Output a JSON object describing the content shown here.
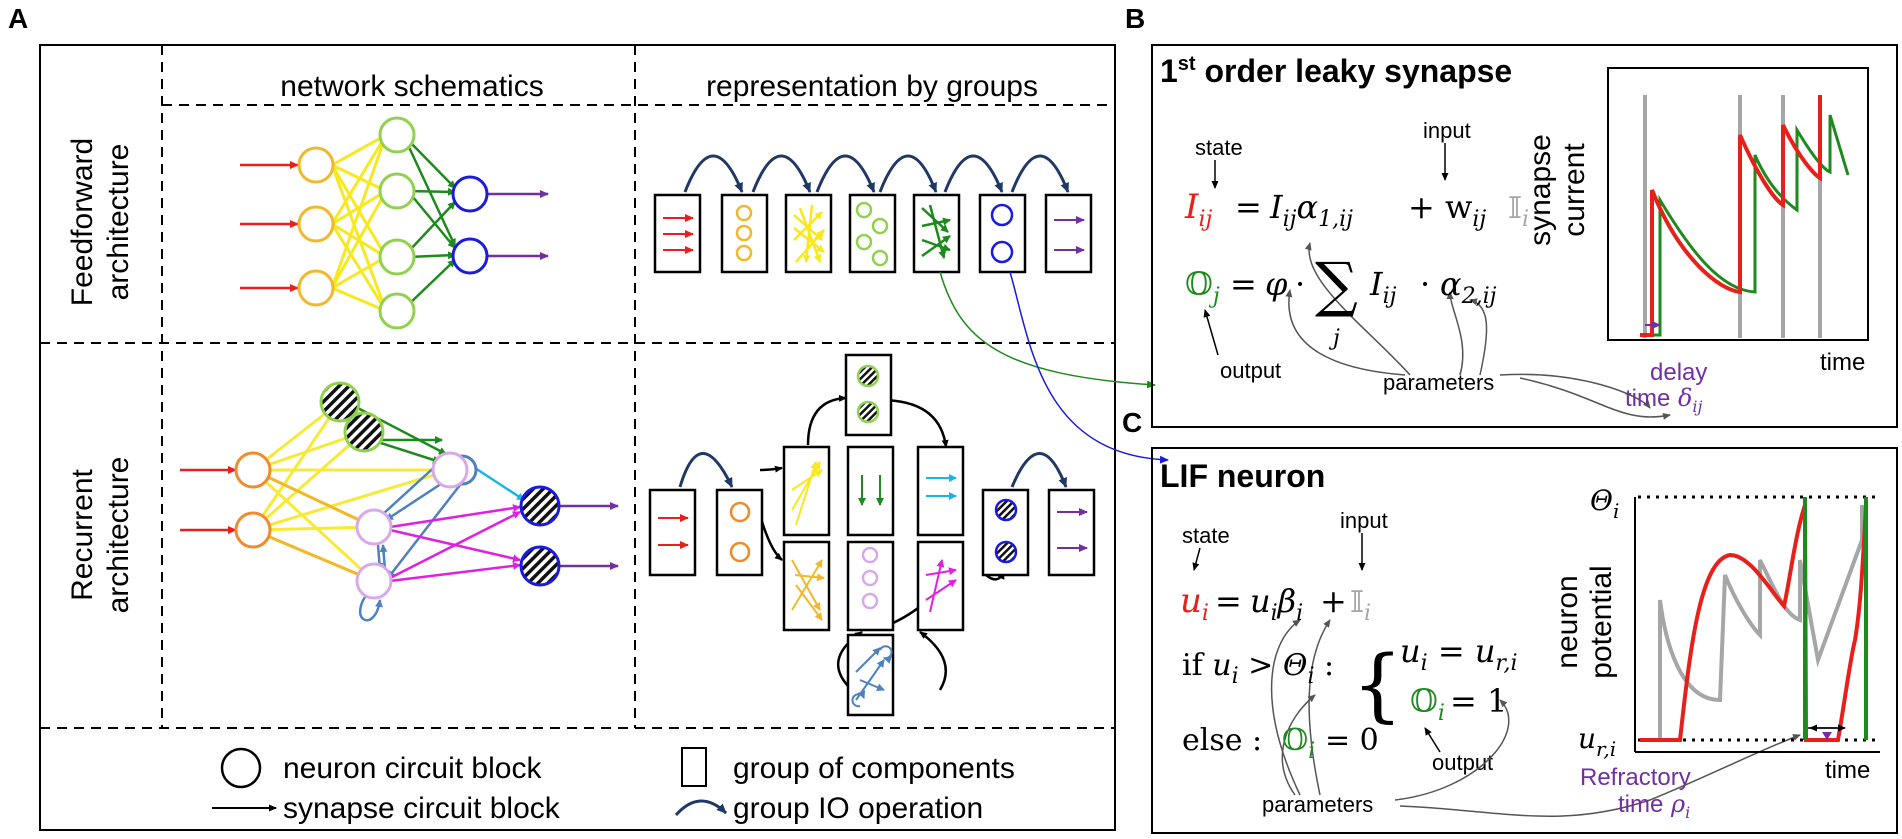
{
  "panels": {
    "a": {
      "letter": "A",
      "col_header_1": "network schematics",
      "col_header_2": "representation by groups",
      "row_label_1a": "Feedforward",
      "row_label_1b": "architecture",
      "row_label_2a": "Recurrent",
      "row_label_2b": "architecture"
    },
    "b": {
      "letter": "B",
      "title": "1st order leaky synapse",
      "title_main": "1",
      "title_sup": "st",
      "title_rest": " order leaky synapse",
      "lbl_state": "state",
      "lbl_input": "input",
      "lbl_output": "output",
      "lbl_parameters": "parameters",
      "plot_ylabel_1": "synapse",
      "plot_ylabel_2": "current",
      "plot_xlabel": "time",
      "delay_1": "delay",
      "delay_2": "time"
    },
    "c": {
      "letter": "C",
      "title": "LIF neuron",
      "lbl_state": "state",
      "lbl_input": "input",
      "lbl_output": "output",
      "lbl_parameters": "parameters",
      "plot_ylabel_1": "neuron",
      "plot_ylabel_2": "potential",
      "plot_xlabel": "time",
      "refractory_1": "Refractory",
      "refractory_2": "time"
    }
  },
  "legend": {
    "neuron": "neuron circuit block",
    "synapse": "synapse circuit block",
    "group": "group of components",
    "io": "group IO operation"
  },
  "colors": {
    "red": "#e8201c",
    "green": "#1e8a1e",
    "purple": "#7030a0",
    "navy": "#1f3864",
    "yellow": "#f7e81f",
    "orange": "#f08a2a",
    "lightgreen": "#92d050",
    "magenta": "#e020e0",
    "cyan": "#19b4e6",
    "blue": "#1a1ae0",
    "steel": "#4f81bd",
    "gray": "#a6a6a6"
  }
}
